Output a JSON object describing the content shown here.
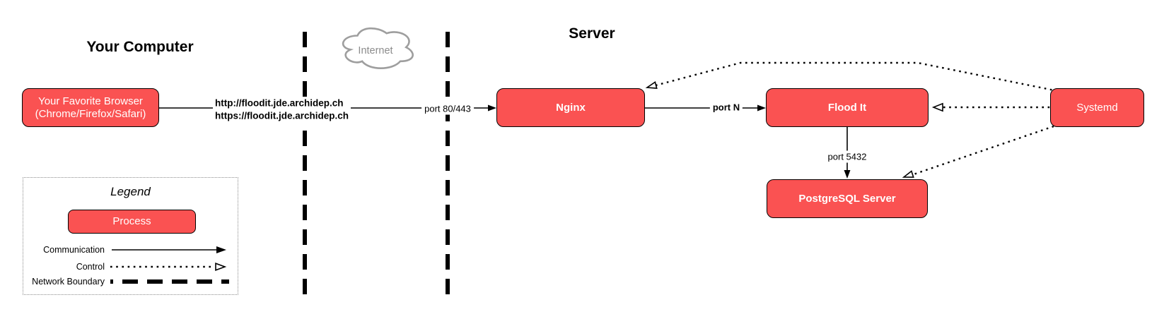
{
  "titles": {
    "your_computer": "Your Computer",
    "server": "Server"
  },
  "internet": {
    "label": "Internet"
  },
  "nodes": {
    "browser": {
      "line1": "Your Favorite Browser",
      "line2": "(Chrome/Firefox/Safari)"
    },
    "nginx": {
      "label": "Nginx"
    },
    "flood_it": {
      "label": "Flood It"
    },
    "postgresql": {
      "label": "PostgreSQL Server"
    },
    "systemd": {
      "label": "Systemd"
    }
  },
  "edges": {
    "browser_nginx": {
      "url_http": "http://floodit.jde.archidep.ch",
      "url_https": "https://floodit.jde.archidep.ch",
      "port": "port 80/443"
    },
    "nginx_floodit": {
      "port": "port N"
    },
    "floodit_postgresql": {
      "port": "port 5432"
    }
  },
  "legend": {
    "title": "Legend",
    "process": "Process",
    "communication": "Communication",
    "control": "Control",
    "network_boundary": "Network Boundary"
  },
  "colors": {
    "process_fill": "#FA5252",
    "process_border": "#000000",
    "process_text": "#FFFFFF",
    "line": "#000000",
    "cloud_stroke": "#9E9E9E",
    "cloud_text": "#8C8C8C",
    "legend_border": "#8C8C8C"
  }
}
